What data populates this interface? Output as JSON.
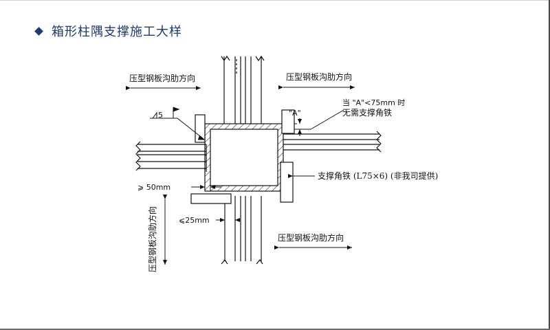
{
  "title": "箱形柱隅支撑施工大样",
  "labels": {
    "rib_top_left": "压型钢板沟肋方向",
    "rib_top_right": "压型钢板沟肋方向",
    "rib_bottom": "压型钢板沟肋方向",
    "rib_vertical": "压型钢板沟肋方向",
    "note_line1": "当 \"A\"<75mm 时",
    "note_line2": "无需支撑角铁",
    "dim_a": "\"A\"",
    "weld_size": "5",
    "brace_angle": "支撑角铁 (L75×6) (非我司提供)",
    "dim_50": "⩾ 50mm",
    "dim_25": "⩽25mm"
  },
  "colors": {
    "title": "#1f3a6e",
    "line": "#111111"
  }
}
